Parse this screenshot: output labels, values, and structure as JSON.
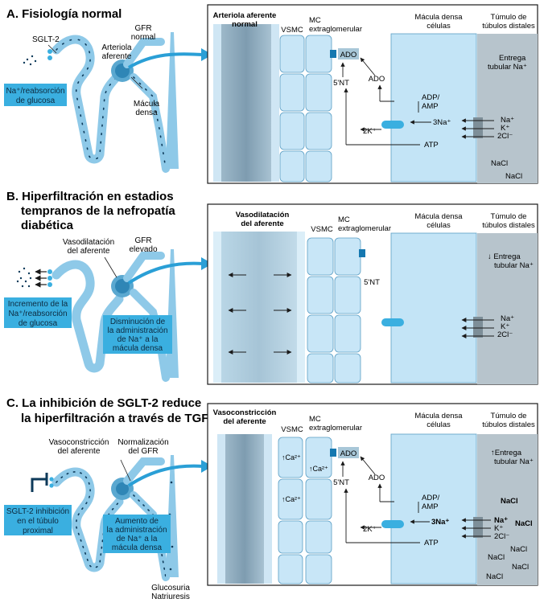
{
  "colors": {
    "nephron_fill": "#8ec9e8",
    "nephron_dark": "#0d3a5a",
    "box_fill": "#3aafe0",
    "arteriole_fill": "#8aa8bb",
    "vsmc_fill": "#c8e6f7",
    "macula_fill": "#c3e4f6",
    "distal_fill": "#b7c4cc",
    "accent_arrow": "#2a9fd6"
  },
  "panel_a": {
    "title": "A. Fisiología normal",
    "sglt2": "SGLT-2",
    "gfr": [
      "GFR",
      "normal"
    ],
    "arteriole": [
      "Arteriola",
      "aferente"
    ],
    "macula": [
      "Mácula",
      "densa"
    ],
    "box": [
      "Na⁺/reabsorción",
      "de glucosa"
    ],
    "detail": {
      "col_arteriole": [
        "Arteriola aferente",
        "normal"
      ],
      "col_vsmc": "VSMC",
      "col_mc": [
        "MC",
        "extraglomerular"
      ],
      "col_macula": [
        "Mácula densa",
        "células"
      ],
      "col_distal": [
        "Túmulo de",
        "túbulos distales"
      ],
      "ado1": "ADO",
      "ado2": "ADO",
      "nt": "5'NT",
      "adp": [
        "ADP/",
        "AMP"
      ],
      "na3": "3Na⁺",
      "k2": "2K⁺",
      "atp": "ATP",
      "ions": [
        "Na⁺",
        "K⁺",
        "2Cl⁻"
      ],
      "entrega": [
        "Entrega",
        "tubular Na⁺"
      ],
      "nacl1": "NaCl",
      "nacl2": "NaCl"
    }
  },
  "panel_b": {
    "title": [
      "B. Hiperfiltración en estadios",
      "tempranos de la nefropatía",
      "diabética"
    ],
    "vaso": [
      "Vasodilatación",
      "del aferente"
    ],
    "gfr": [
      "GFR",
      "elevado"
    ],
    "box_left": [
      "Incremento de la",
      "Na⁺/reabsorción",
      "de glucosa"
    ],
    "box_right": [
      "Disminución de",
      "la administración",
      "de Na⁺ a la",
      "mácula densa"
    ],
    "detail": {
      "col_arteriole": [
        "Vasodilatación",
        "del aferente"
      ],
      "col_vsmc": "VSMC",
      "col_mc": [
        "MC",
        "extraglomerular"
      ],
      "col_macula": [
        "Mácula densa",
        "células"
      ],
      "col_distal": [
        "Túmulo de",
        "túbulos distales"
      ],
      "nt": "5'NT",
      "ions": [
        "Na⁺",
        "K⁺",
        "2Cl⁻"
      ],
      "entrega": [
        "↓ Entrega",
        "tubular Na⁺"
      ]
    }
  },
  "panel_c": {
    "title": [
      "C. La inhibición de SGLT-2 reduce",
      "la hiperfiltración a través de TGF"
    ],
    "vaso": [
      "Vasoconstricción",
      "del aferente"
    ],
    "gfr": [
      "Normalización",
      "del GFR"
    ],
    "box_left": [
      "SGLT-2 inhibición",
      "en el túbulo",
      "proximal"
    ],
    "box_right": [
      "Aumento de",
      "la administración",
      "de Na⁺ a la",
      "mácula densa"
    ],
    "gluco": [
      "Glucosuria",
      "Natriuresis"
    ],
    "detail": {
      "col_arteriole": [
        "Vasoconstricción",
        "del aferente"
      ],
      "col_vsmc": "VSMC",
      "col_mc": [
        "MC",
        "extraglomerular"
      ],
      "col_macula": [
        "Mácula densa",
        "células"
      ],
      "col_distal": [
        "Túmulo de",
        "túbulos distales"
      ],
      "ca1": "↑Ca²⁺",
      "ca2": "↑Ca²⁺",
      "ca3": "↑Ca²⁺",
      "ado1": "ADO",
      "ado2": "ADO",
      "nt": "5'NT",
      "adp": [
        "ADP/",
        "AMP"
      ],
      "na3": "3Na⁺",
      "k2": "2K⁺",
      "atp": "ATP",
      "ions": [
        "Na⁺",
        "K⁺",
        "2Cl⁻"
      ],
      "entrega": [
        "↑Entrega",
        "tubular Na⁺"
      ],
      "nacl": [
        "NaCl",
        "NaCl",
        "NaCl",
        "NaCl",
        "NaCl",
        "NaCl"
      ]
    }
  }
}
